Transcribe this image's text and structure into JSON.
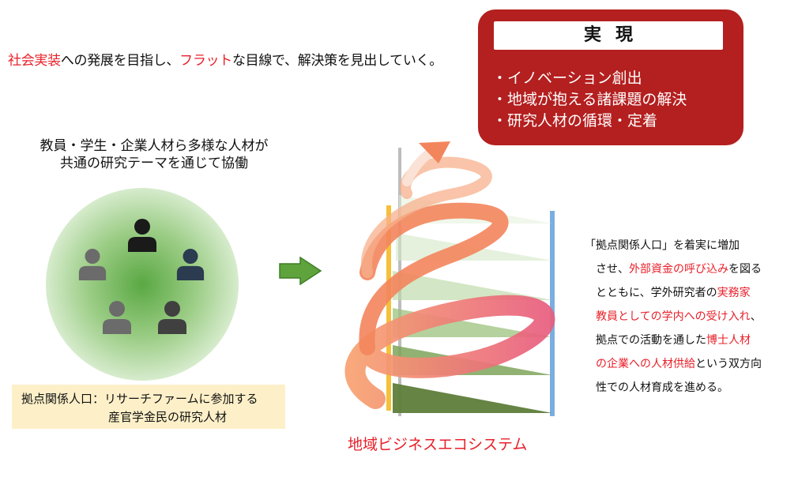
{
  "top_line": {
    "part1": "社会実装",
    "part2": "への発展を目指し、",
    "part3": "フラット",
    "part4": "な目線で、解決策を見出していく。"
  },
  "result_box": {
    "title": "実現",
    "items": [
      "・イノベーション創出",
      "・地域が抱える諸課題の解決",
      "・研究人材の循環・定着"
    ]
  },
  "collab": {
    "line1": "教員・学生・企業人材ら多様な人材が",
    "line2": "共通の研究テーマを通じて協働"
  },
  "base_population": {
    "line1": "拠点関係人口：リサーチファームに参加する",
    "line2": "産官学金民の研究人材"
  },
  "ecosystem_label": "地域ビジネスエコシステム",
  "side_text": {
    "l1": "「拠点関係人口」を着実に増加",
    "l2a": "させ、",
    "l2b": "外部資金の呼び込み",
    "l2c": "を図る",
    "l3a": "とともに、学外研究者の",
    "l3b": "実務家",
    "l4a": "教員としての学内への受け入れ",
    "l4b": "、",
    "l5a": "拠点での活動を通した",
    "l5b": "博士人材",
    "l6a": "の企業への人材供給",
    "l6b": "という双方向",
    "l7": "性での人材育成を進める。"
  },
  "colors": {
    "accent_red": "#e8202a",
    "result_bg": "#b41f1f",
    "person_dark": "#1a1a1a",
    "person_navy": "#2b3b50",
    "person_gray": "#6b6b6b",
    "arrow_green": "#5ea33c",
    "pole_yellow": "#f5c13a",
    "pole_blue": "#7aaee0",
    "base_box_bg": "#fdf0c8"
  },
  "icons": [
    "person-icon",
    "right-arrow-icon"
  ]
}
